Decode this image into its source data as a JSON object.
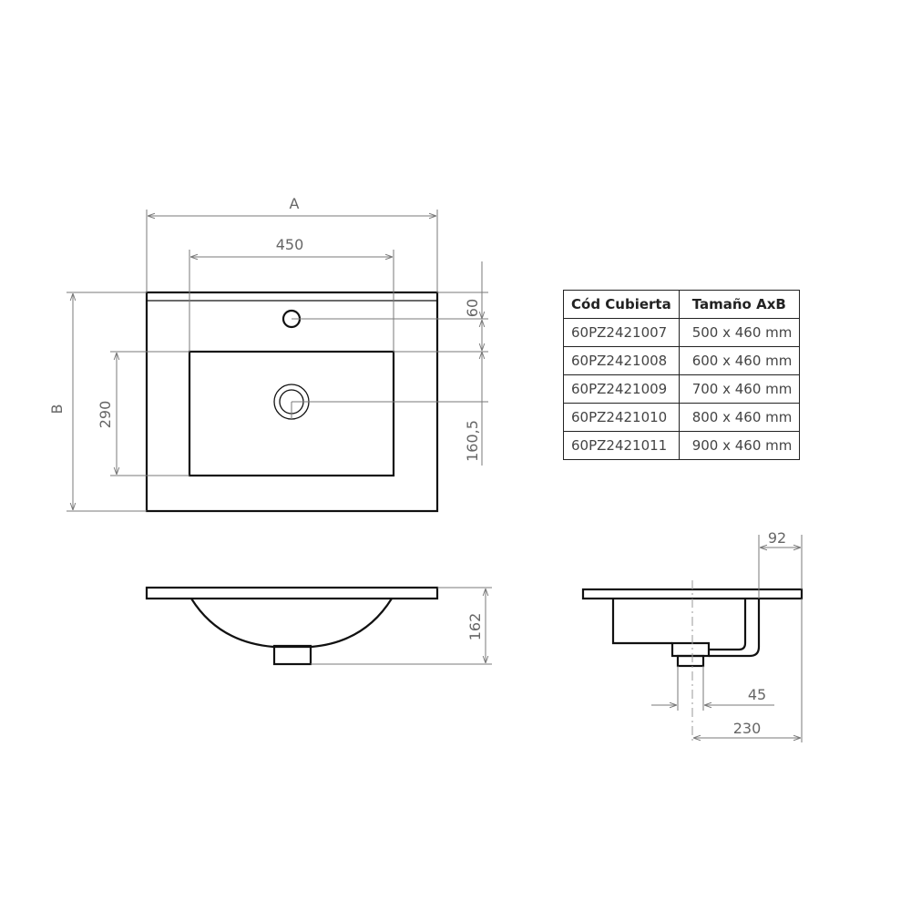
{
  "dims": {
    "a": "A",
    "b": "B",
    "d450": "450",
    "d60": "60",
    "d290": "290",
    "d160": "160,5",
    "d162": "162",
    "d92": "92",
    "d45": "45",
    "d230": "230"
  },
  "table": {
    "headers": [
      "Cód Cubierta",
      "Tamaño AxB"
    ],
    "rows": [
      [
        "60PZ2421007",
        "500 x 460 mm"
      ],
      [
        "60PZ2421008",
        "600 x 460 mm"
      ],
      [
        "60PZ2421009",
        "700 x 460 mm"
      ],
      [
        "60PZ2421010",
        "800 x 460 mm"
      ],
      [
        "60PZ2421011",
        "900 x 460 mm"
      ]
    ]
  }
}
